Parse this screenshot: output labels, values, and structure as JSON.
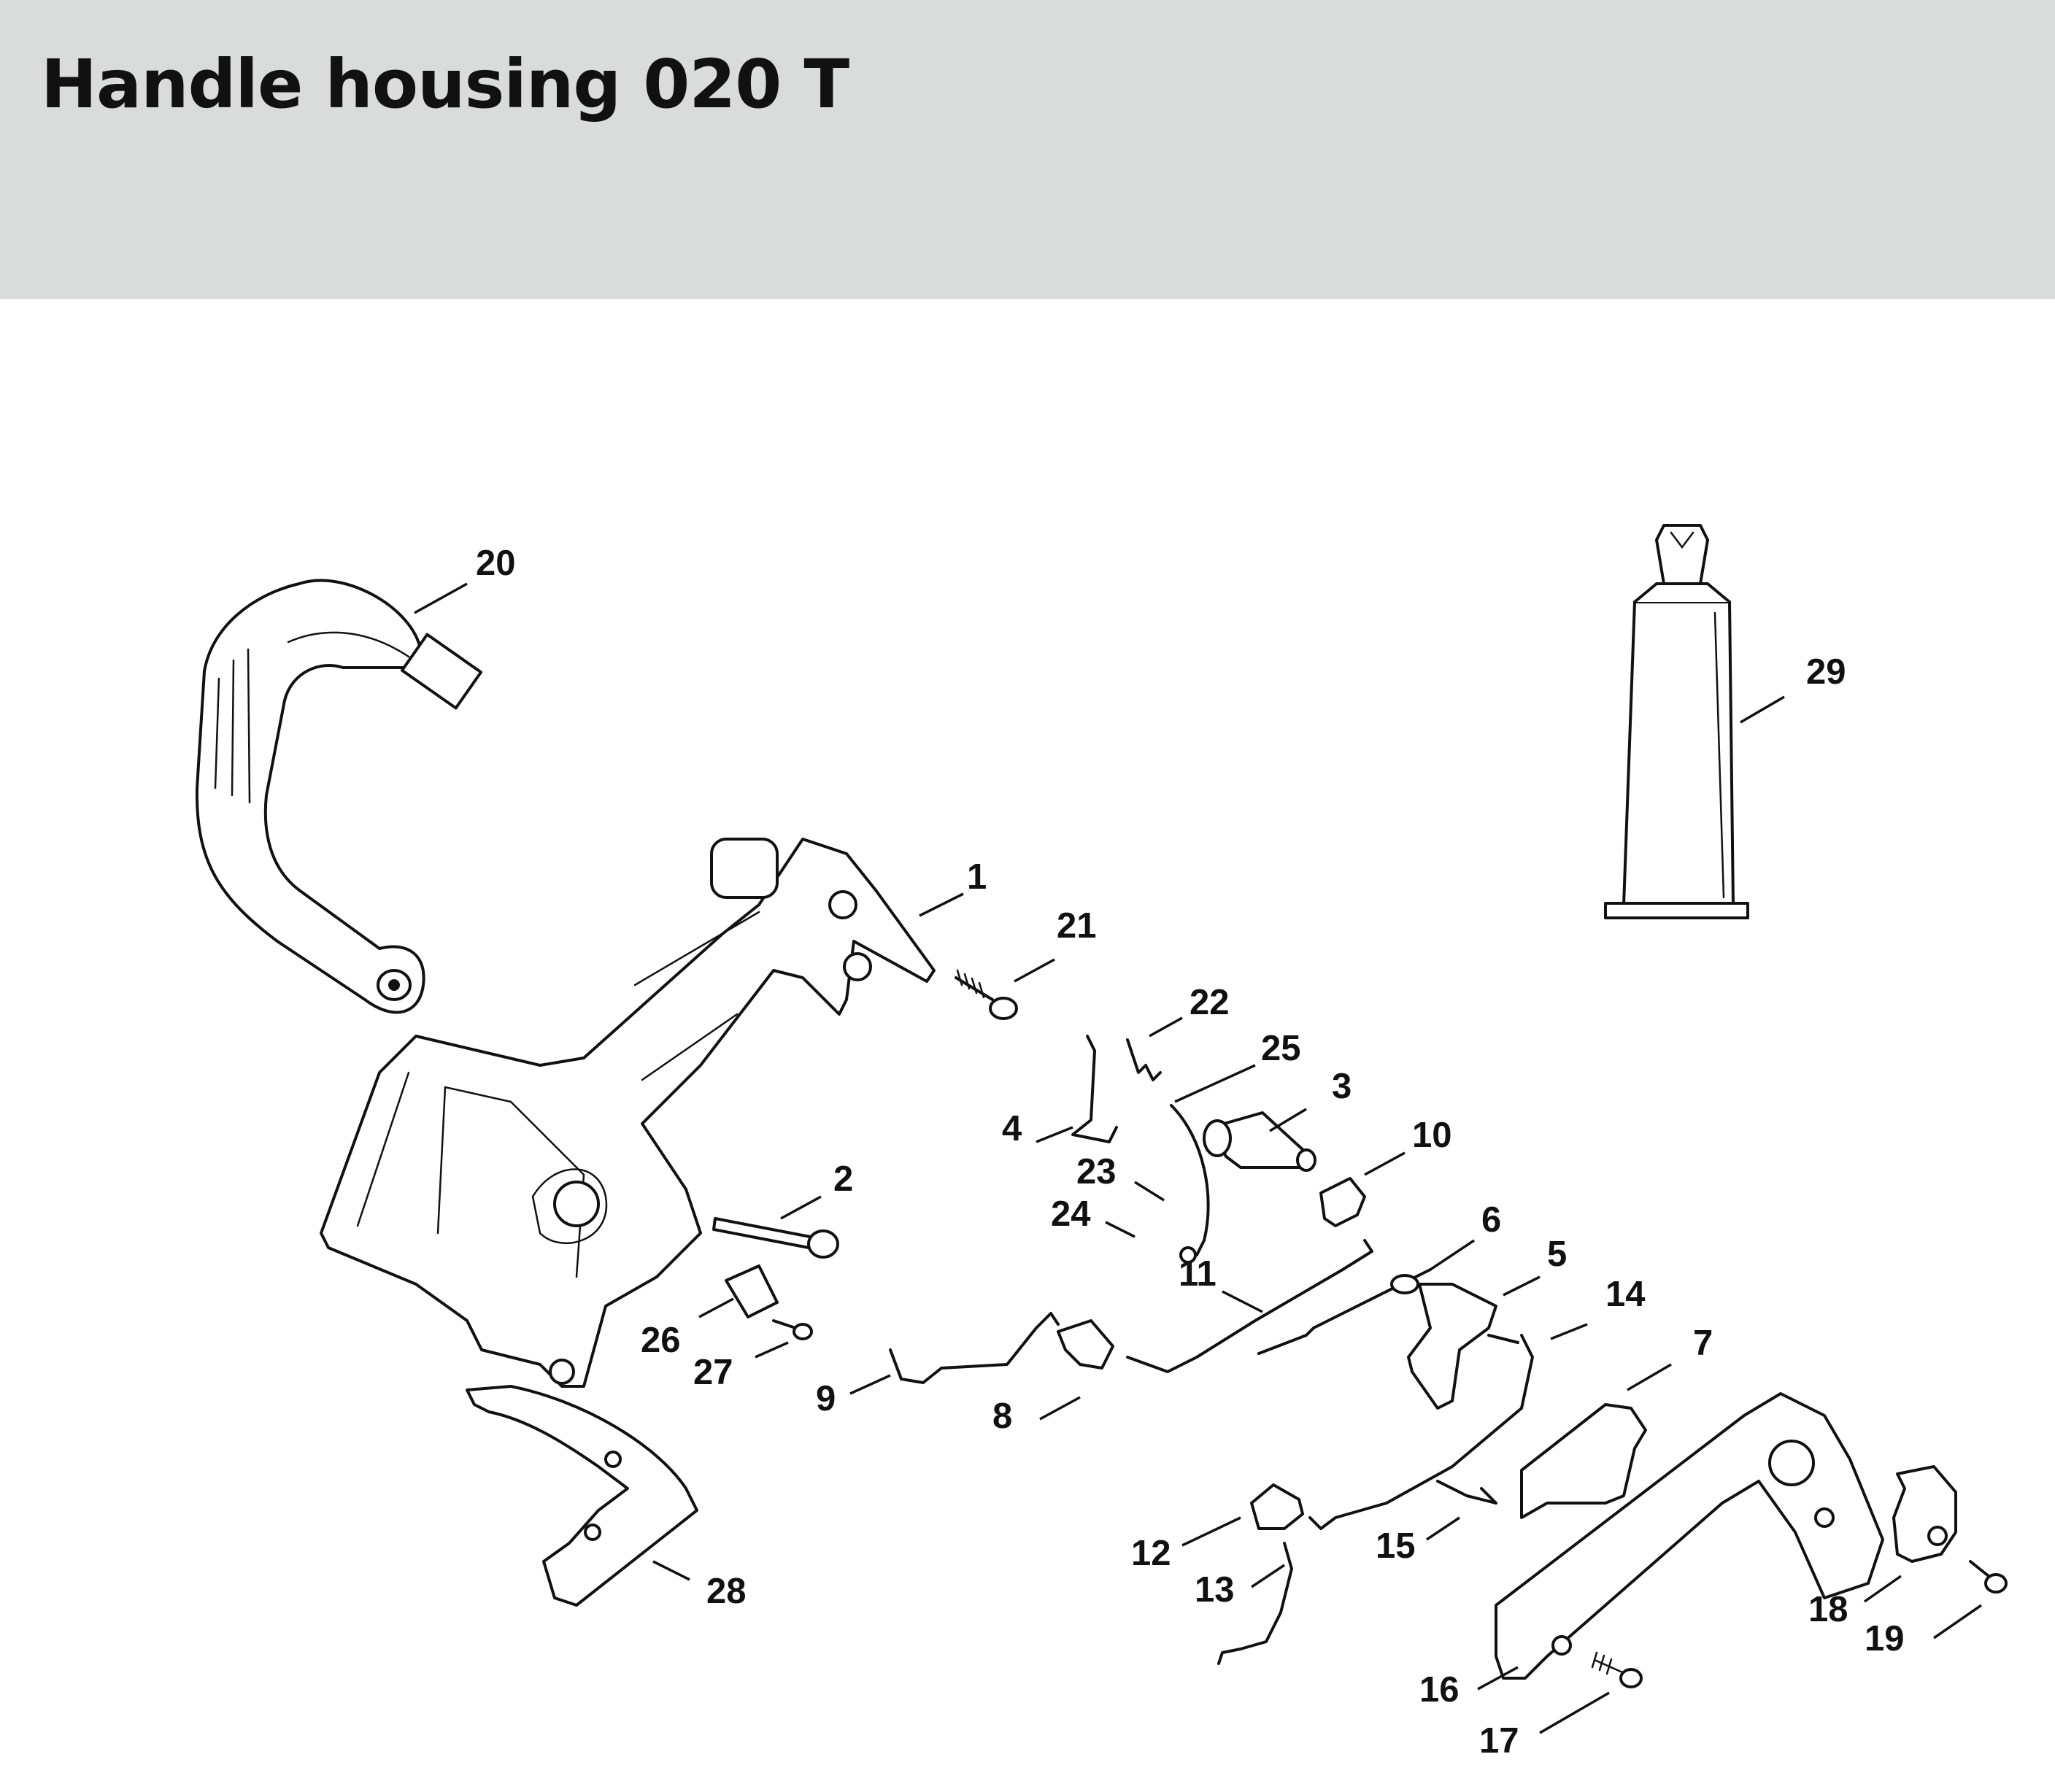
{
  "header": {
    "title": "Handle housing 020 T"
  },
  "callouts": [
    "1",
    "2",
    "3",
    "4",
    "5",
    "6",
    "7",
    "8",
    "9",
    "10",
    "11",
    "12",
    "13",
    "14",
    "15",
    "16",
    "17",
    "18",
    "19",
    "20",
    "21",
    "22",
    "23",
    "24",
    "25",
    "26",
    "27",
    "28",
    "29"
  ]
}
